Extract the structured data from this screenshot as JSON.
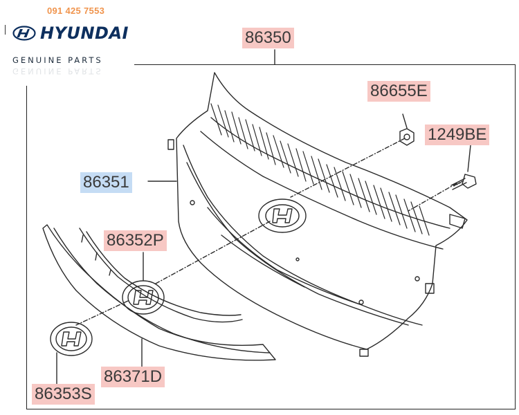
{
  "header": {
    "phone": "091 425 7553",
    "brand": "HYUNDAI",
    "tagline": "GENUINE PARTS"
  },
  "callouts": {
    "grille_assembly": "86350",
    "clip_nut": "86655E",
    "screw": "1249BE",
    "radiator_grille": "86351",
    "emblem_front": "86352P",
    "emblem_small": "86353S",
    "moulding": "86371D"
  },
  "colors": {
    "highlight_red": "#f7c8c4",
    "highlight_blue": "#c5dcf4",
    "phone_orange": "#f0944d",
    "brand_navy": "#0d2f5e"
  }
}
